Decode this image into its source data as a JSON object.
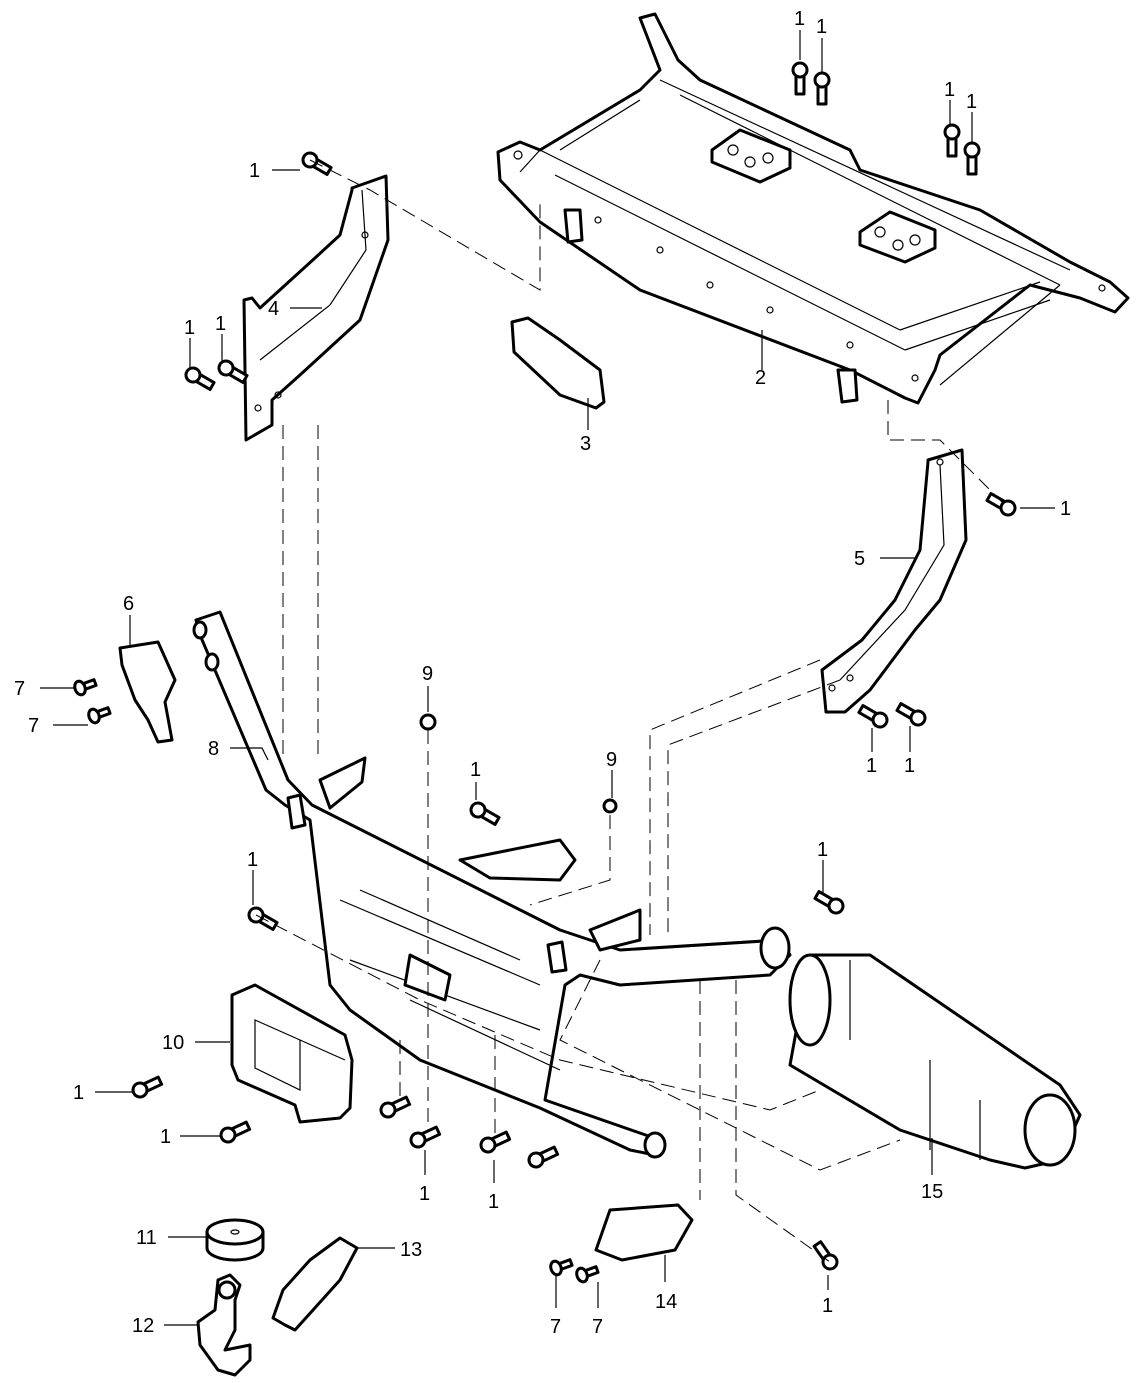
{
  "diagram": {
    "title": "Front winch mount / bumper exploded parts view",
    "callouts": [
      {
        "id": "c1a",
        "label": "1",
        "part": "flange bolt"
      },
      {
        "id": "c1b",
        "label": "1",
        "part": "flange bolt"
      },
      {
        "id": "c1c",
        "label": "1",
        "part": "flange bolt"
      },
      {
        "id": "c1d",
        "label": "1",
        "part": "flange bolt"
      },
      {
        "id": "c1e",
        "label": "1",
        "part": "flange bolt"
      },
      {
        "id": "c1f",
        "label": "1",
        "part": "flange bolt"
      },
      {
        "id": "c1g",
        "label": "1",
        "part": "flange bolt"
      },
      {
        "id": "c1h",
        "label": "1",
        "part": "flange bolt"
      },
      {
        "id": "c1i",
        "label": "1",
        "part": "flange bolt"
      },
      {
        "id": "c1j",
        "label": "1",
        "part": "flange bolt"
      },
      {
        "id": "c1k",
        "label": "1",
        "part": "flange bolt"
      },
      {
        "id": "c1l",
        "label": "1",
        "part": "flange bolt"
      },
      {
        "id": "c1m",
        "label": "1",
        "part": "flange bolt"
      },
      {
        "id": "c1n",
        "label": "1",
        "part": "flange bolt"
      },
      {
        "id": "c1o",
        "label": "1",
        "part": "flange bolt"
      },
      {
        "id": "c1p",
        "label": "1",
        "part": "flange bolt"
      },
      {
        "id": "c1q",
        "label": "1",
        "part": "flange bolt"
      },
      {
        "id": "c1r",
        "label": "1",
        "part": "flange bolt"
      },
      {
        "id": "c2",
        "label": "2",
        "part": "front frame crossmember"
      },
      {
        "id": "c3",
        "label": "3",
        "part": "plate"
      },
      {
        "id": "c4",
        "label": "4",
        "part": "left bracket"
      },
      {
        "id": "c5",
        "label": "5",
        "part": "right bracket"
      },
      {
        "id": "c6",
        "label": "6",
        "part": "left end cover"
      },
      {
        "id": "c7a",
        "label": "7",
        "part": "screw"
      },
      {
        "id": "c7b",
        "label": "7",
        "part": "screw"
      },
      {
        "id": "c7c",
        "label": "7",
        "part": "screw"
      },
      {
        "id": "c7d",
        "label": "7",
        "part": "screw"
      },
      {
        "id": "c8",
        "label": "8",
        "part": "bumper tube"
      },
      {
        "id": "c9a",
        "label": "9",
        "part": "nut"
      },
      {
        "id": "c9b",
        "label": "9",
        "part": "nut"
      },
      {
        "id": "c10",
        "label": "10",
        "part": "roller fairlead"
      },
      {
        "id": "c11",
        "label": "11",
        "part": "stopper"
      },
      {
        "id": "c12",
        "label": "12",
        "part": "hook"
      },
      {
        "id": "c13",
        "label": "13",
        "part": "hook strap"
      },
      {
        "id": "c14",
        "label": "14",
        "part": "right end cover"
      },
      {
        "id": "c15",
        "label": "15",
        "part": "winch"
      }
    ]
  }
}
